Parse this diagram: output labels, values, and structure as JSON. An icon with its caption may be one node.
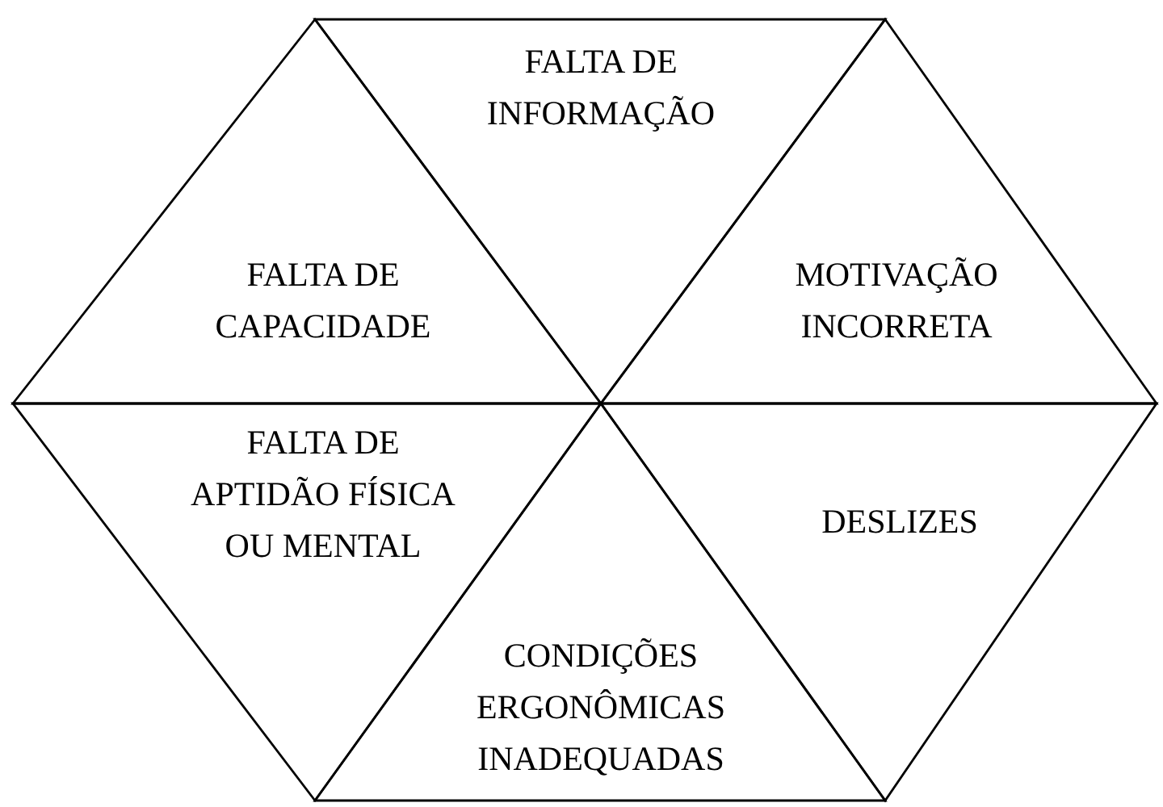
{
  "diagram": {
    "nodes": [
      {
        "text": [
          "FALTA DE INFORMAÇÃO"
        ]
      },
      {
        "text": [
          "FALTA DE CAPACIDADE"
        ]
      },
      {
        "text": [
          "MOTIVAÇÃO INCORRETA"
        ]
      },
      {
        "text": [
          "FALTA DE APTIDÃO FÍSICA OU MENTAL"
        ]
      },
      {
        "text": [
          "DESLIZES"
        ]
      },
      {
        "text": [
          "CONDIÇÕES ERGONÔMICAS INADEQUADAS"
        ]
      }
    ]
  }
}
